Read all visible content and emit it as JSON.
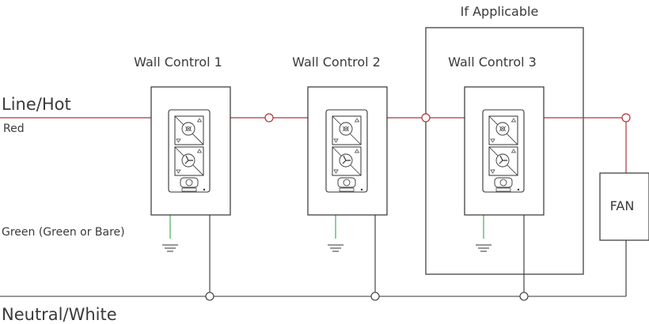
{
  "labels": {
    "if_applicable": "If Applicable",
    "wall_control_1": "Wall Control 1",
    "wall_control_2": "Wall Control 2",
    "wall_control_3": "Wall Control 3",
    "line_hot": "Line/Hot",
    "red": "Red",
    "green": "Green (Green or Bare)",
    "neutral_white": "Neutral/White",
    "fan": "FAN"
  },
  "colors": {
    "hot_wire": "#b0343a",
    "ground_wire": "#3aa64a",
    "neutral_wire": "#333333",
    "outline": "#333333",
    "text": "#3a3a3a"
  },
  "icons": {
    "light_button": "light-bulb-icon",
    "fan_button": "fan-icon",
    "power_button": "power-cycle-icon"
  }
}
